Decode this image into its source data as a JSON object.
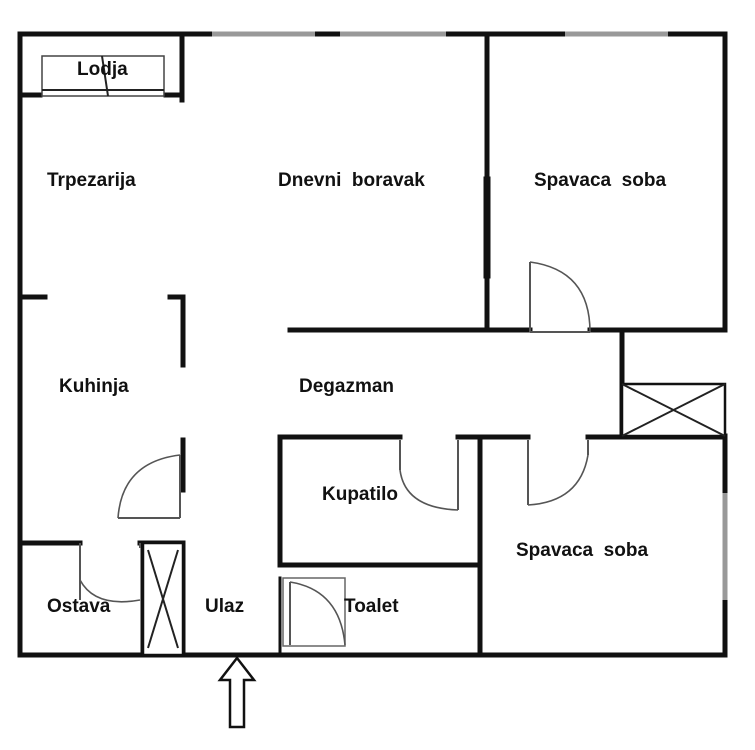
{
  "rooms": {
    "lodja": "Lodja",
    "trpezarija": "Trpezarija",
    "dnevni_boravak": "Dnevni  boravak",
    "spavaca_soba_1": "Spavaca  soba",
    "kuhinja": "Kuhinja",
    "degazman": "Degazman",
    "kupatilo": "Kupatilo",
    "spavaca_soba_2": "Spavaca  soba",
    "ostava": "Ostava",
    "ulaz": "Ulaz",
    "toalet": "Toalet"
  }
}
